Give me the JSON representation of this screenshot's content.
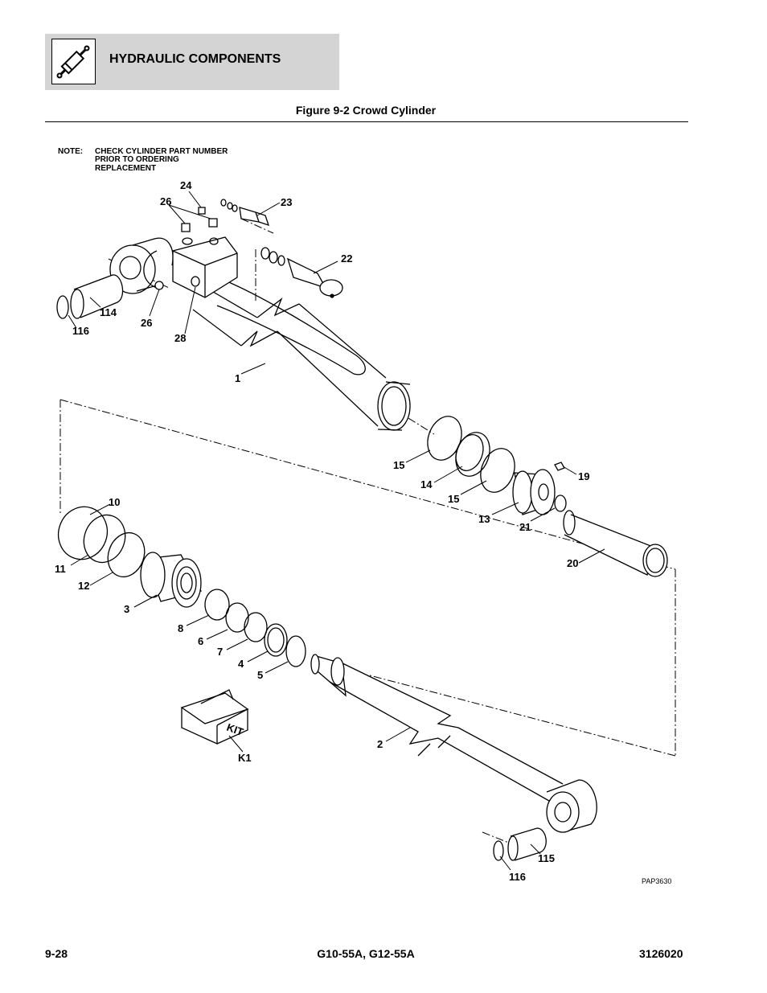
{
  "header": {
    "title": "HYDRAULIC COMPONENTS",
    "icon": "hydraulic-cylinder-icon"
  },
  "figure": {
    "title": "Figure 9-2 Crowd Cylinder"
  },
  "note": {
    "label": "NOTE:",
    "lines": [
      "CHECK CYLINDER PART NUMBER",
      "PRIOR TO ORDERING",
      "REPLACEMENT"
    ]
  },
  "callouts": {
    "c24": "24",
    "c26a": "26",
    "c23": "23",
    "c22": "22",
    "c114": "114",
    "c116a": "116",
    "c26b": "26",
    "c28": "28",
    "c1": "1",
    "c15a": "15",
    "c14": "14",
    "c15b": "15",
    "c19": "19",
    "c13": "13",
    "c21": "21",
    "c10": "10",
    "c20": "20",
    "c11": "11",
    "c12": "12",
    "c3": "3",
    "c8": "8",
    "c6": "6",
    "c7": "7",
    "c4": "4",
    "c5": "5",
    "c2": "2",
    "cK1": "K1",
    "c115": "115",
    "c116b": "116"
  },
  "kit_label": "KIT",
  "drawing_id": "PAP3630",
  "footer": {
    "page": "9-28",
    "models": "G10-55A, G12-55A",
    "doc_number": "3126020"
  }
}
